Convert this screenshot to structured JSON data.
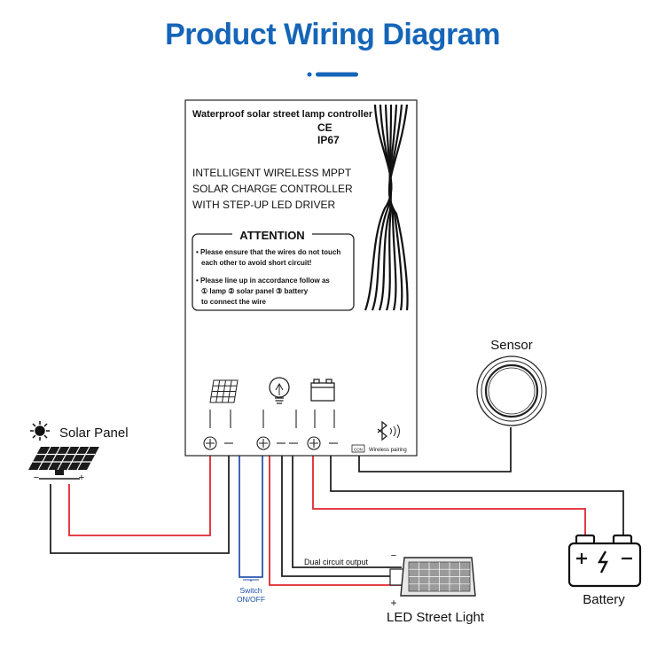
{
  "header": {
    "title": "Product Wiring Diagram"
  },
  "controller": {
    "model": "Waterproof solar street lamp controller",
    "cert_ce": "CE",
    "cert_ip": "IP67",
    "desc_line1": "INTELLIGENT WIRELESS MPPT",
    "desc_line2": "SOLAR CHARGE CONTROLLER",
    "desc_line3": "WITH STEP-UP LED DRIVER",
    "attention_title": "ATTENTION",
    "note1_line1": "• Please ensure that the wires do not touch",
    "note1_line2": "each other to avoid short circuit!",
    "note2_line1": "• Please line up in accordance follow as",
    "note2_line2": "① lamp ② solar panel ③ battery",
    "note2_line3": "to connect the wire",
    "pairing_label": "Wireless pairing",
    "pairing_button": "CON"
  },
  "terminals": {
    "plus": "+",
    "minus": "−"
  },
  "components": {
    "solar_panel": "Solar Panel",
    "sensor": "Sensor",
    "battery": "Battery",
    "led_light": "LED Street Light",
    "dual_circuit": "Dual circuit output",
    "switch_line1": "Switch",
    "switch_line2": "ON/OFF"
  },
  "polarity": {
    "minus": "−",
    "plus": "+"
  },
  "colors": {
    "title_blue": "#1565b8",
    "wire_red": "#e0262e",
    "wire_blue": "#2a55b0",
    "wire_black": "#222222"
  }
}
